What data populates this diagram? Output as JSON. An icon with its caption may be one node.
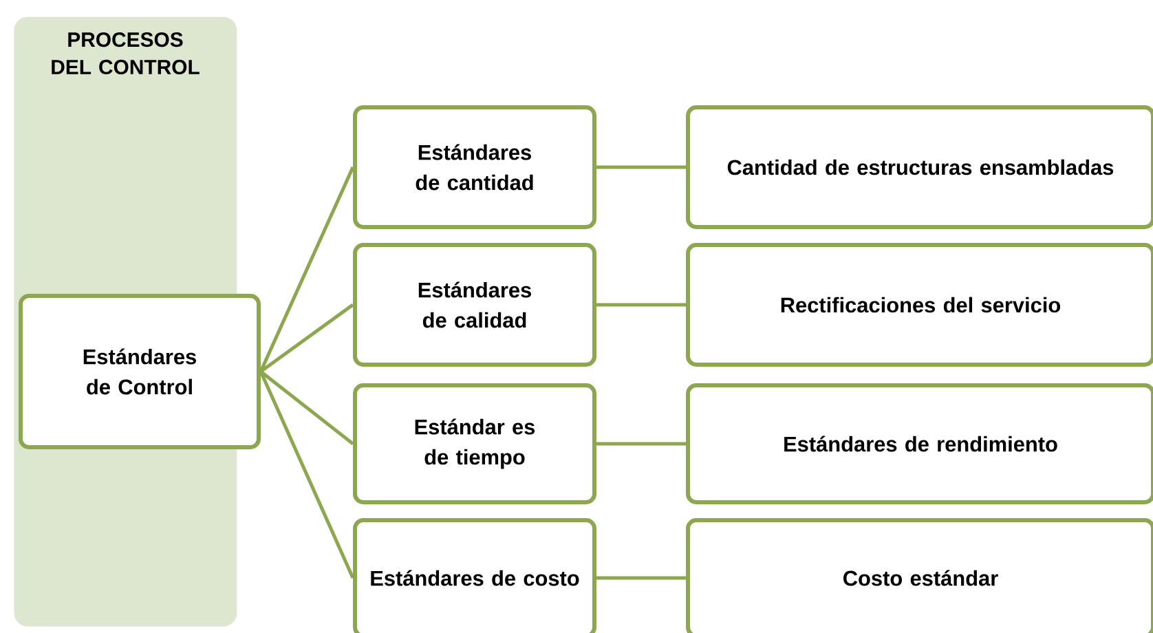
{
  "diagram": {
    "nodes": [
      {
        "text": [
          "PROCESOS DEL CONTROL"
        ]
      },
      {
        "text": [
          "Estándares de Control"
        ]
      },
      {
        "text": [
          "Estándares de cantidad"
        ]
      },
      {
        "text": [
          "Cantidad de estructuras ensambladas"
        ]
      },
      {
        "text": [
          "Estándares de calidad"
        ]
      },
      {
        "text": [
          "Rectificaciones del servicio"
        ]
      },
      {
        "text": [
          "Estándar es de tiempo"
        ]
      },
      {
        "text": [
          "Estándares de rendimiento"
        ]
      },
      {
        "text": [
          "Estándares de costo"
        ]
      },
      {
        "text": [
          "Costo estándar"
        ]
      }
    ],
    "edges": [
      {
        "from": 1,
        "to": 2,
        "arrow": "none"
      },
      {
        "from": 1,
        "to": 4,
        "arrow": "none"
      },
      {
        "from": 1,
        "to": 6,
        "arrow": "none"
      },
      {
        "from": 1,
        "to": 8,
        "arrow": "none"
      },
      {
        "from": 2,
        "to": 3,
        "arrow": "none"
      },
      {
        "from": 4,
        "to": 5,
        "arrow": "none"
      },
      {
        "from": 6,
        "to": 7,
        "arrow": "none"
      },
      {
        "from": 8,
        "to": 9,
        "arrow": "none"
      }
    ]
  }
}
